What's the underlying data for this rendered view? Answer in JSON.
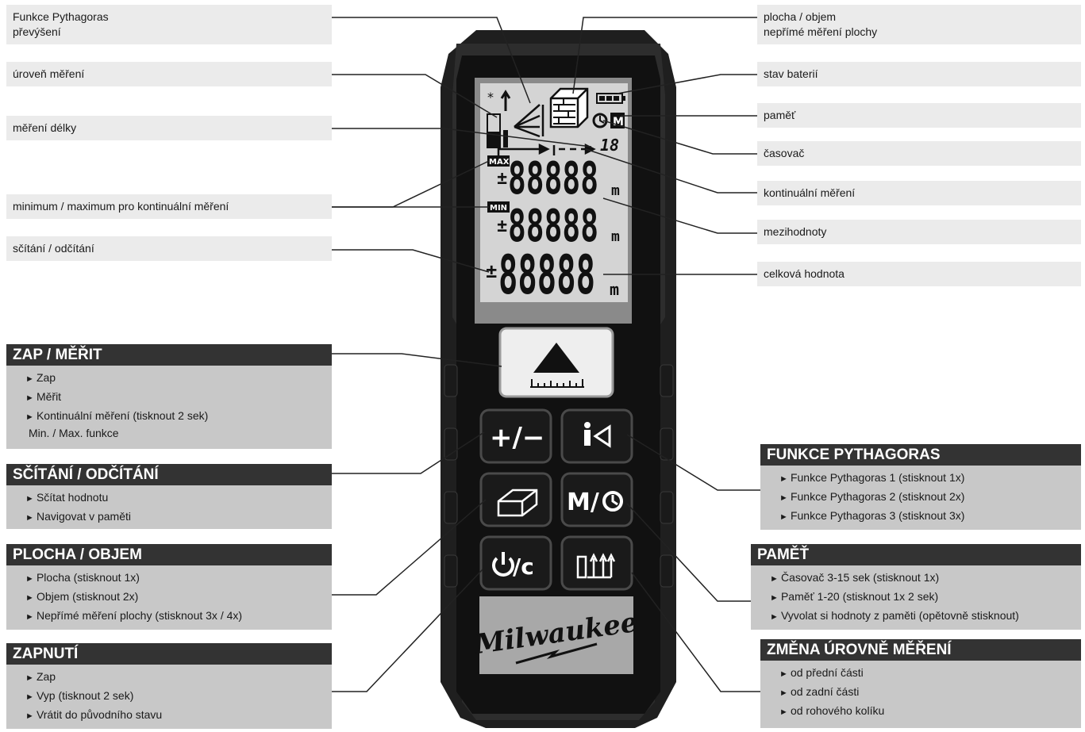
{
  "left_labels": [
    {
      "id": "pythagoras-label",
      "lines": [
        "Funkce Pythagoras",
        "převýšení"
      ]
    },
    {
      "id": "level-label",
      "lines": [
        "úroveň měření"
      ]
    },
    {
      "id": "length-label",
      "lines": [
        "měření délky"
      ]
    },
    {
      "id": "minmax-label",
      "lines": [
        "minimum / maximum pro kontinuální měření"
      ]
    },
    {
      "id": "addsub-label",
      "lines": [
        "sčítání / odčítání"
      ]
    }
  ],
  "right_labels": [
    {
      "id": "area-label",
      "lines": [
        "plocha / objem",
        "nepřímé měření plochy"
      ]
    },
    {
      "id": "battery-label",
      "lines": [
        "stav baterií"
      ]
    },
    {
      "id": "memory-label",
      "lines": [
        "paměť"
      ]
    },
    {
      "id": "timer-label",
      "lines": [
        "časovač"
      ]
    },
    {
      "id": "continuous-label",
      "lines": [
        "kontinuální měření"
      ]
    },
    {
      "id": "intermediate-label",
      "lines": [
        "mezihodnoty"
      ]
    },
    {
      "id": "total-label",
      "lines": [
        "celková hodnota"
      ]
    }
  ],
  "boxes": {
    "zap": {
      "title": "ZAP / MĚŘIT",
      "items": [
        "Zap",
        "Měřit",
        "Kontinuální měření (tisknout 2 sek)"
      ],
      "extra": "Min. / Max. funkce"
    },
    "scitani": {
      "title": "SČÍTÁNÍ / ODČÍTÁNÍ",
      "items": [
        "Sčítat hodnotu",
        "Navigovat v paměti"
      ]
    },
    "plocha": {
      "title": "PLOCHA / OBJEM",
      "items": [
        "Plocha (stisknout 1x)",
        "Objem (stisknout 2x)",
        "Nepřímé měření plochy (stisknout 3x / 4x)"
      ]
    },
    "zapnuti": {
      "title": "ZAPNUTÍ",
      "items": [
        "Zap",
        "Vyp (tisknout 2 sek)",
        "Vrátit do původního stavu"
      ]
    },
    "pythagoras": {
      "title": "FUNKCE PYTHAGORAS",
      "items": [
        "Funkce Pythagoras 1 (stisknout 1x)",
        "Funkce Pythagoras 2 (stisknout 2x)",
        "Funkce Pythagoras 3 (stisknout 3x)"
      ]
    },
    "pamet": {
      "title": "PAMĚŤ",
      "items": [
        "Časovač 3-15 sek (stisknout 1x)",
        "Paměť 1-20 (stisknout 1x 2 sek)",
        "Vyvolat si hodnoty z paměti (opětovně stisknout)"
      ]
    },
    "zmena": {
      "title": "ZMĚNA ÚROVNĚ MĚŘENÍ",
      "items": [
        "od přední části",
        "od zadní části",
        "od rohového kolíku"
      ]
    }
  },
  "device": {
    "brand": "Milwaukee",
    "lcd": {
      "max_tag": "MAX",
      "min_tag": "MIN",
      "memory_tag": "M",
      "counter": "18",
      "digits": "88888",
      "unit": "m"
    },
    "keys": {
      "plusminus": "+/−",
      "memory": "M/",
      "power": "/c"
    }
  },
  "colors": {
    "body": "#1f1f1f",
    "lcd": "#d4d4d4",
    "label_bg": "#ebebeb",
    "box_bg": "#c8c8c8",
    "box_header": "#333333"
  }
}
